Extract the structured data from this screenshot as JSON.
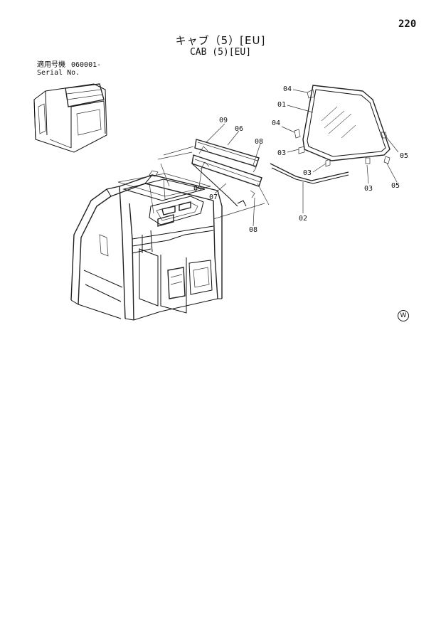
{
  "page_number": "220",
  "title": {
    "japanese": "キャブ（5）[EU]",
    "english": "CAB (5)[EU]"
  },
  "serial": {
    "label_jp": "適用号機",
    "label_en": "Serial No.",
    "code": "060001-"
  },
  "callouts": {
    "c01": "01",
    "c02": "02",
    "c03a": "03",
    "c03b": "03",
    "c03c": "03",
    "c04a": "04",
    "c04b": "04",
    "c05a": "05",
    "c05b": "05",
    "c06": "06",
    "c07": "07",
    "c08a": "08",
    "c08b": "08",
    "c09a": "09",
    "c09b": "09"
  },
  "corner_mark": "W"
}
